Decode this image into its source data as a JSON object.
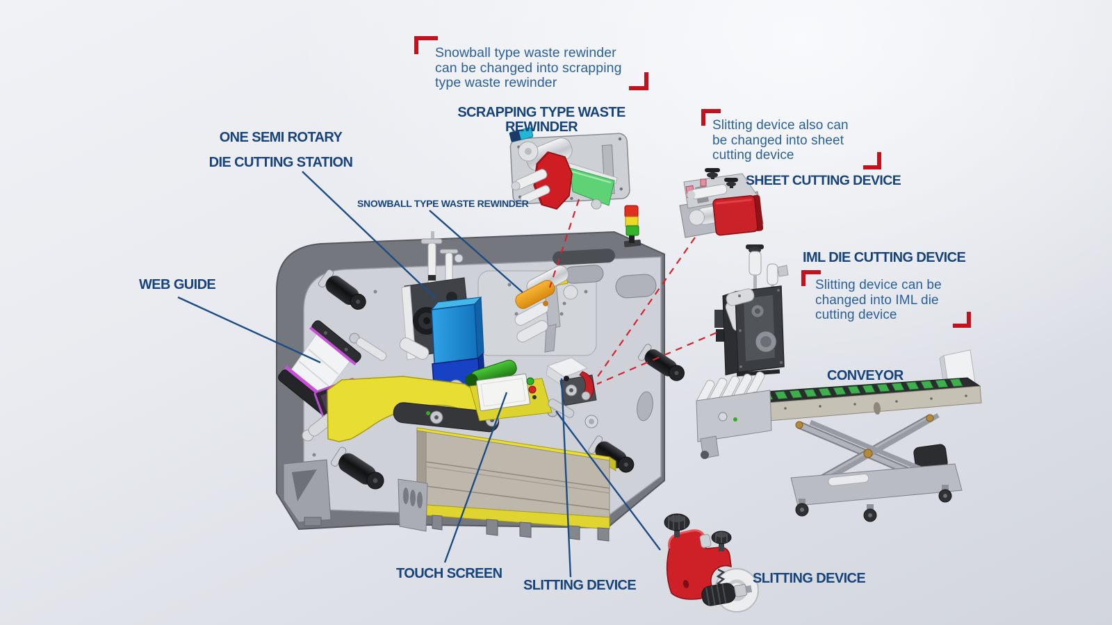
{
  "labels": {
    "scrapping_rewinder": "SCRAPPING TYPE WASTE REWINDER",
    "die_station": "ONE SEMI ROTARY\nDIE CUTTING STATION",
    "snowball_rewinder": "SNOWBALL TYPE WASTE REWINDER",
    "sheet_cutting": "SHEET CUTTING DEVICE",
    "iml_die_cutting": "IML DIE CUTTING DEVICE",
    "web_guide": "WEB GUIDE",
    "conveyor": "CONVEYOR",
    "touch_screen": "TOUCH SCREEN",
    "slitting_center": "SLITTING DEVICE",
    "slitting_right": "SLITTING DEVICE"
  },
  "notes": {
    "waste_rewinder_note": "Snowball type waste rewinder\ncan be changed into scrapping\ntype waste rewinder",
    "sheet_cutting_note": "Slitting device also can\nbe changed into sheet\ncutting device",
    "iml_note": "Slitting device can be\nchanged into IML die\ncutting device"
  },
  "colors": {
    "label_blue": "#16437c",
    "note_blue": "#2a5f99",
    "bracket_red": "#c2121e",
    "leader_blue": "#1c4c86",
    "dashed_red": "#d5232e",
    "machine_yellow": "#e8de33",
    "die_unit_blue_light": "#1e8fd8",
    "die_unit_blue_dark": "#1742c4",
    "device_red": "#cd2027"
  }
}
